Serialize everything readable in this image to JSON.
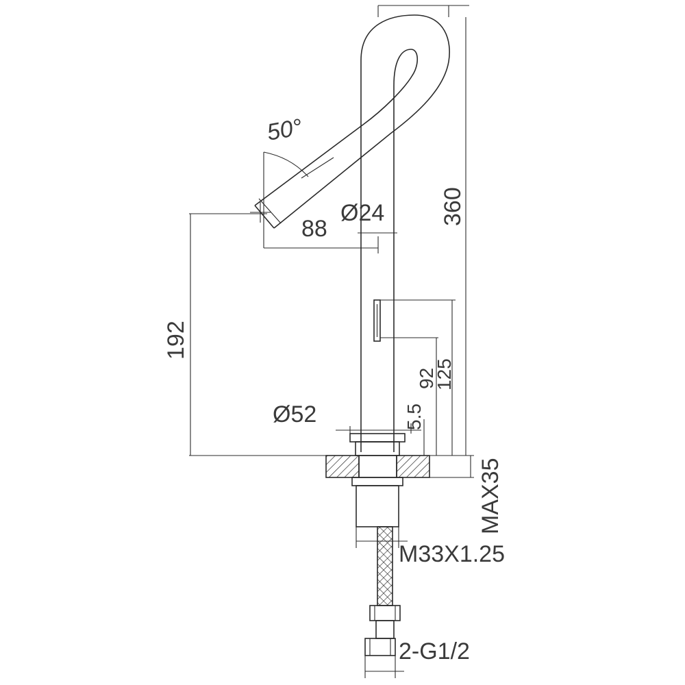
{
  "dimensions": {
    "angle": "50°",
    "height_total": "360",
    "spout_diameter": "Ø24",
    "spout_reach": "88",
    "spout_height": "192",
    "sensor_height_upper": "125",
    "sensor_height_lower": "92",
    "base_diameter": "Ø52",
    "base_thickness": "5.5",
    "max_deck": "MAX35",
    "thread": "M33X1.25",
    "hose_connection": "2-G1/2"
  },
  "colors": {
    "line": "#2a2a2a",
    "text": "#3a3a3a",
    "background": "#ffffff"
  }
}
